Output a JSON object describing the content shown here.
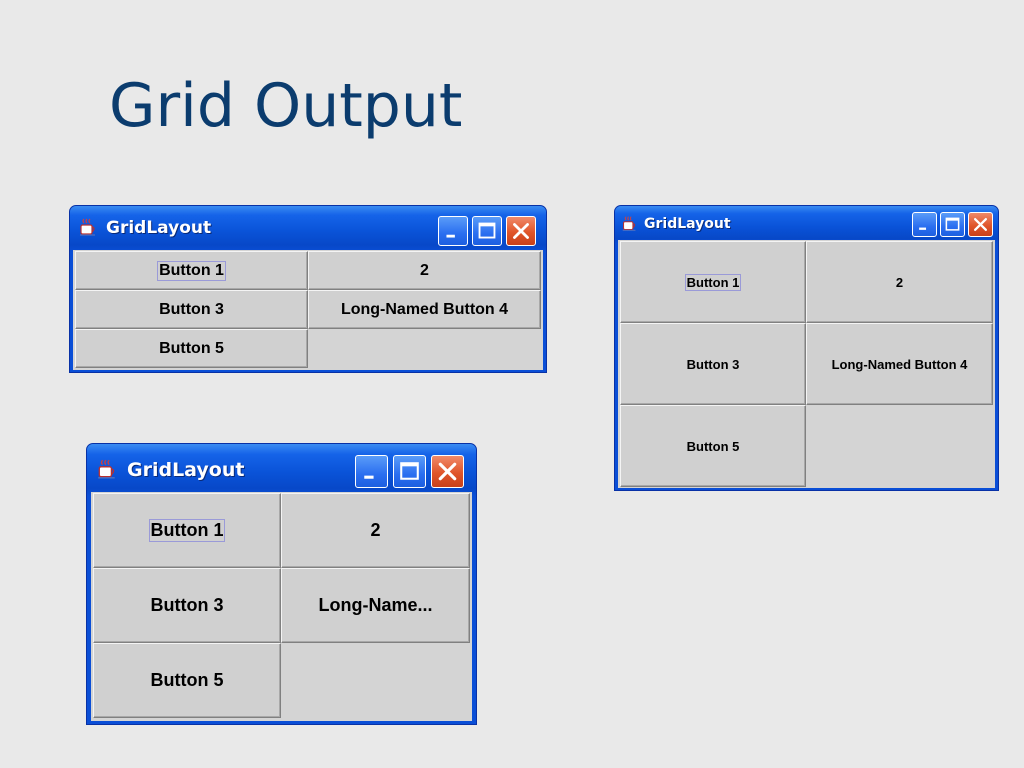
{
  "slide": {
    "title": "Grid Output"
  },
  "windows": [
    {
      "title": "GridLayout",
      "buttons": [
        "Button 1",
        "2",
        "Button 3",
        "Long-Named Button 4",
        "Button 5"
      ]
    },
    {
      "title": "GridLayout",
      "buttons": [
        "Button 1",
        "2",
        "Button 3",
        "Long-Named Button 4",
        "Button 5"
      ]
    },
    {
      "title": "GridLayout",
      "buttons": [
        "Button 1",
        "2",
        "Button 3",
        "Long-Name...",
        "Button 5"
      ]
    }
  ],
  "colors": {
    "title_text": "#0b3c6e",
    "window_frame": "#0a4ed6",
    "close_button": "#e0552a",
    "button_face": "#d0d0d0",
    "background": "#e9e9e9"
  },
  "icons": [
    "java-coffee-cup-icon",
    "minimize-icon",
    "maximize-icon",
    "close-icon"
  ]
}
